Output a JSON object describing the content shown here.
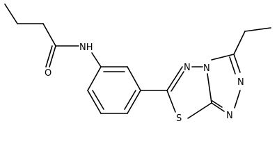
{
  "molecule": {
    "atom_labels": {
      "amide_nh": "NH",
      "carbonyl_o": "O",
      "triazole_n_top": "N",
      "triazole_n_right": "N",
      "triazole_n_bottom": "N",
      "thiadiazole_n": "N",
      "sulfur": "S"
    }
  },
  "colors": {
    "bond": "#000000",
    "label": "#000000",
    "background": "#ffffff"
  }
}
